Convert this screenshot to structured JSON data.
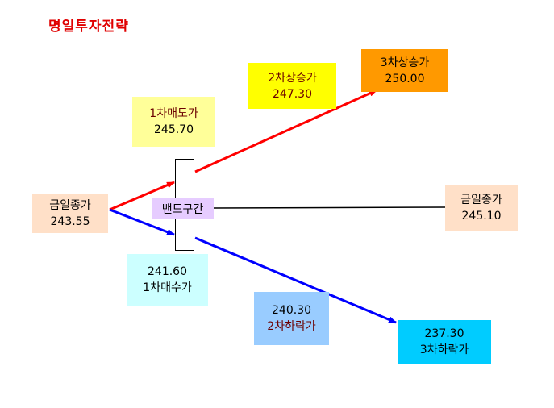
{
  "title": "명일투자전략",
  "band_label": "밴드구간",
  "today_close_left": {
    "label": "금일종가",
    "value": "243.55"
  },
  "today_close_right": {
    "label": "금일종가",
    "value": "245.10"
  },
  "sell1": {
    "label": "1차매도가",
    "value": "245.70"
  },
  "rise2": {
    "label": "2차상승가",
    "value": "247.30"
  },
  "rise3": {
    "label": "3차상승가",
    "value": "250.00"
  },
  "buy1": {
    "value": "241.60",
    "label": "1차매수가"
  },
  "fall2": {
    "value": "240.30",
    "label": "2차하락가"
  },
  "fall3": {
    "value": "237.30",
    "label": "3차하락가"
  },
  "colors": {
    "title": "#e00000",
    "up_arrow": "#ff0000",
    "down_arrow": "#0000ff",
    "mid_line": "#000000",
    "close_box": "#ffe0c8",
    "sell_box": "#ffff99",
    "rise3_box": "#ff9900",
    "buy_box": "#ccffff",
    "fall2_box": "#99ccff",
    "fall3_box": "#00ccff",
    "band_label_box": "#e6ccff"
  }
}
